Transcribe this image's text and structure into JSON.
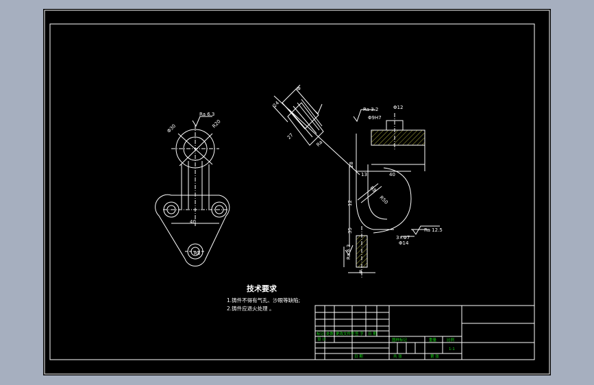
{
  "drawing": {
    "tech_title": "技术要求",
    "notes": [
      "1.铸件不得有气孔、沙眼等缺陷;",
      "2.铸件应退火处理 。"
    ]
  },
  "dimensions": {
    "left_ra": "Ra 6.3",
    "left_dia_top": "Φ30",
    "left_dia_right": "R20",
    "left_bottom_40": "40",
    "left_bottom_r": "R8",
    "iso_ra": "Ra",
    "iso_a": "Φ",
    "iso_b": "24",
    "iso_c": "27",
    "right_ra_top": "Ra 3.2",
    "right_phi12": "Φ12",
    "right_phi9h7": "Φ9H7",
    "right_13": "13",
    "right_40": "40",
    "right_28": "28",
    "right_12": "12",
    "right_r8": "R8",
    "right_r50": "R50",
    "right_35": "35",
    "right_holes": "3×Φ7",
    "right_phi14": "Φ14",
    "right_ra_bot": "Ra 12.5",
    "right_ra_left": "Ra 6.3",
    "right_8": "8"
  },
  "title_block": {
    "r1": [
      "标记",
      "处数",
      "更改文件号",
      "签 字",
      "日 期"
    ],
    "design": "设 计",
    "mid": [
      "图样标记",
      "重量",
      "比例"
    ],
    "scale": "1:1",
    "approve": "日 期",
    "bottom": [
      "共 张",
      "第 张"
    ]
  }
}
